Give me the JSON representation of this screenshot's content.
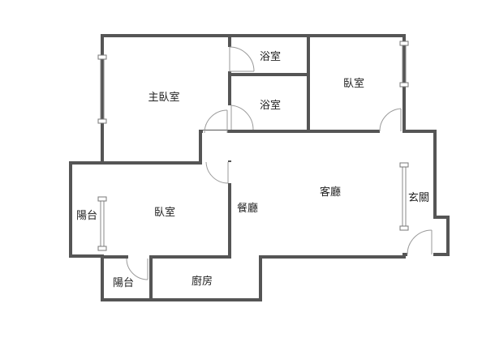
{
  "rooms": {
    "bath_top": "浴室",
    "bath_mid": "浴室",
    "master_bedroom": "主臥室",
    "bedroom_right": "臥室",
    "bedroom_left": "臥室",
    "living_room": "客廳",
    "dining_room": "餐廳",
    "entrance": "玄關",
    "balcony_left": "陽台",
    "balcony_bottom": "陽台",
    "kitchen": "廚房"
  },
  "colors": {
    "wall": "#555555",
    "window": "#888888",
    "door": "#9a9a9a",
    "text": "#222222"
  }
}
